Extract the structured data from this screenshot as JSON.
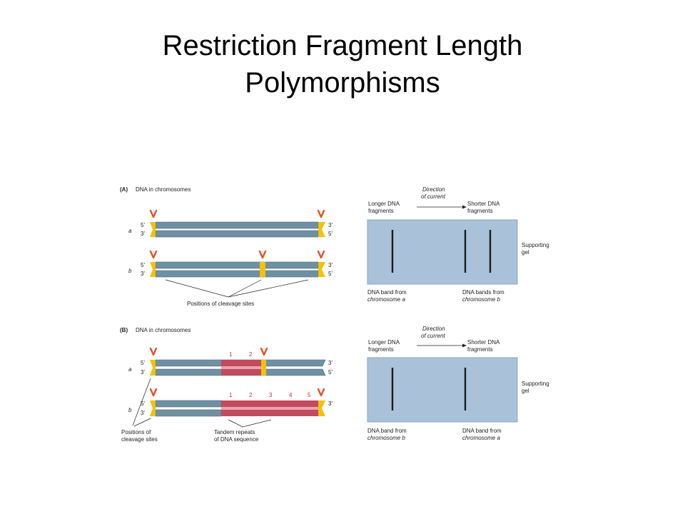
{
  "slide": {
    "title_line1": "Restriction Fragment Length",
    "title_line2": "Polymorphisms"
  },
  "panel_a": {
    "letter": "(A)",
    "heading": "DNA in chromosomes",
    "row_a_label": "a",
    "row_b_label": "b",
    "end_5": "5'",
    "end_3": "3'",
    "cleavage_caption": "Positions of cleavage sites",
    "gel": {
      "direction_line1": "Direction",
      "direction_line2": "of current",
      "longer_line1": "Longer DNA",
      "longer_line2": "fragments",
      "shorter_line1": "Shorter DNA",
      "shorter_line2": "fragments",
      "gel_line1": "Supporting",
      "gel_line2": "gel",
      "band_left_line1": "DNA band from",
      "band_left_line2": "chromosome a",
      "band_right_line1": "DNA bands from",
      "band_right_line2": "chromosome b"
    }
  },
  "panel_b": {
    "letter": "(B)",
    "heading": "DNA in chromosomes",
    "row_a_label": "a",
    "row_b_label": "b",
    "end_5": "5'",
    "end_3": "3'",
    "repeat_numbers_a": [
      "1",
      "2"
    ],
    "repeat_numbers_b": [
      "1",
      "2",
      "3",
      "4",
      "5"
    ],
    "cleavage_line1": "Positions of",
    "cleavage_line2": "cleavage sites",
    "tandem_line1": "Tandem repeats",
    "tandem_line2": "of DNA sequence",
    "gel": {
      "direction_line1": "Direction",
      "direction_line2": "of current",
      "longer_line1": "Longer DNA",
      "longer_line2": "fragments",
      "shorter_line1": "Shorter DNA",
      "shorter_line2": "fragments",
      "gel_line1": "Supporting",
      "gel_line2": "gel",
      "band_left_line1": "DNA band from",
      "band_left_line2": "chromosome b",
      "band_right_line1": "DNA band from",
      "band_right_line2": "chromosome a"
    }
  },
  "colors": {
    "dna_strand": "#6f8fa3",
    "cleavage_site": "#f2c20a",
    "enzyme_marker": "#e6502a",
    "tandem_repeat": "#c14a5d",
    "gel": "#a9c1d9",
    "band": "#1c1c1c"
  }
}
